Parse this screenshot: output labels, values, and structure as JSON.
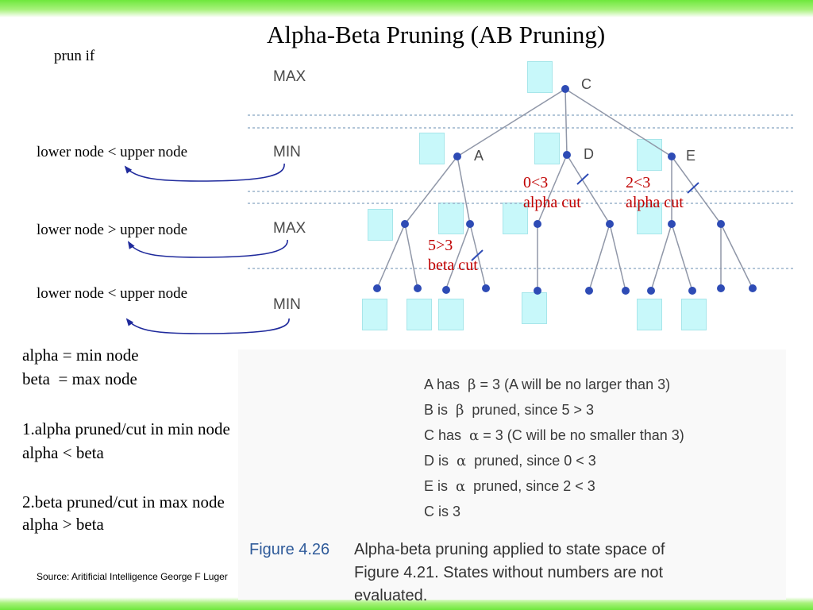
{
  "title": "Alpha-Beta Pruning (AB Pruning)",
  "prun_if": "prun if",
  "rules": [
    "lower node < upper node",
    "lower node > upper node",
    "lower node < upper node"
  ],
  "definitions": {
    "alpha": "alpha = min node",
    "beta": "beta  = max node"
  },
  "rule1": {
    "heading": "1.alpha pruned/cut in min node",
    "condition": "alpha < beta"
  },
  "rule2": {
    "heading": "2.beta pruned/cut in max node",
    "condition": "alpha > beta"
  },
  "source": "Source: Aritificial Intelligence George F Luger",
  "levels": [
    "MAX",
    "MIN",
    "MAX",
    "MIN"
  ],
  "node_labels": {
    "c": "C",
    "a": "A",
    "d": "D",
    "e": "E"
  },
  "cuts": {
    "beta": "5>3\nbeta cut",
    "alpha_d": "0<3\nalpha cut",
    "alpha_e": "2<3\nalpha cut"
  },
  "figure_notes": [
    {
      "pre": "A has  ",
      "sym": "β",
      "post": " = 3 (A will be no larger than 3)"
    },
    {
      "pre": "B is  ",
      "sym": "β",
      "post": "  pruned, since 5 > 3"
    },
    {
      "pre": "C has  ",
      "sym": "α",
      "post": " = 3 (C will be no smaller than 3)"
    },
    {
      "pre": "D is  ",
      "sym": "α",
      "post": "  pruned, since 0 < 3"
    },
    {
      "pre": "E is  ",
      "sym": "α",
      "post": "  pruned, since 2 < 3"
    },
    {
      "pre": "C is 3",
      "sym": "",
      "post": ""
    }
  ],
  "caption": {
    "label": "Figure 4.26",
    "line1": "Alpha-beta pruning applied to state space of",
    "line2": "Figure 4.21. States without numbers are not",
    "line3": "evaluated."
  },
  "colors": {
    "banner": "#6ee83c",
    "highlight_box": "#c8f8fa",
    "cut_text": "#c00000",
    "arrow": "#1f2a9c",
    "tree_node": "#2e4bb5",
    "tree_edge": "#9097a8"
  }
}
